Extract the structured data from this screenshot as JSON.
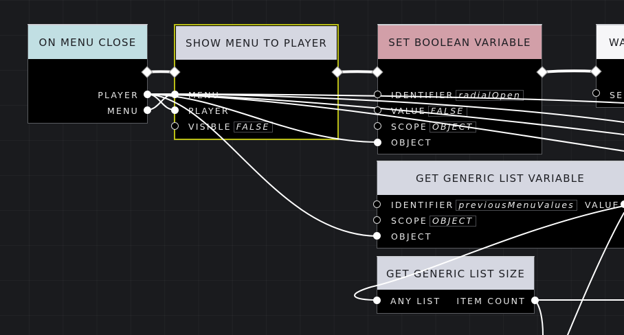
{
  "colors": {
    "canvas_bg": "#1a1b1e",
    "event_header": "#c1dfe3",
    "action_header": "#d5d7e1",
    "set_variable_header": "#d29fa8",
    "wait_header": "#f6f6f8",
    "selection_outline": "#b9bd16",
    "wire": "#ffffff"
  },
  "nodes": {
    "on_menu_close": {
      "title": "ON MENU CLOSE",
      "outputs": [
        "PLAYER",
        "MENU"
      ]
    },
    "show_menu_to_player": {
      "title": "SHOW MENU TO PLAYER",
      "selected": true,
      "inputs": [
        {
          "label": "MENU"
        },
        {
          "label": "PLAYER"
        },
        {
          "label": "VISIBLE",
          "value": "FALSE"
        }
      ]
    },
    "set_boolean_variable": {
      "title": "SET BOOLEAN VARIABLE",
      "inputs": [
        {
          "label": "IDENTIFIER",
          "value": "radialOpen"
        },
        {
          "label": "VALUE",
          "value": "FALSE"
        },
        {
          "label": "SCOPE",
          "value": "OBJECT"
        },
        {
          "label": "OBJECT"
        }
      ]
    },
    "wait_partial": {
      "title": "WA",
      "inputs": [
        {
          "label": "SE"
        }
      ]
    },
    "get_generic_list_variable": {
      "title": "GET GENERIC LIST VARIABLE",
      "inputs": [
        {
          "label": "IDENTIFIER",
          "value": "previousMenuValues"
        },
        {
          "label": "SCOPE",
          "value": "OBJECT"
        },
        {
          "label": "OBJECT"
        }
      ],
      "outputs": [
        "VALUE"
      ]
    },
    "get_generic_list_size": {
      "title": "GET GENERIC LIST SIZE",
      "inputs": [
        "ANY LIST"
      ],
      "outputs": [
        "ITEM COUNT"
      ]
    }
  }
}
